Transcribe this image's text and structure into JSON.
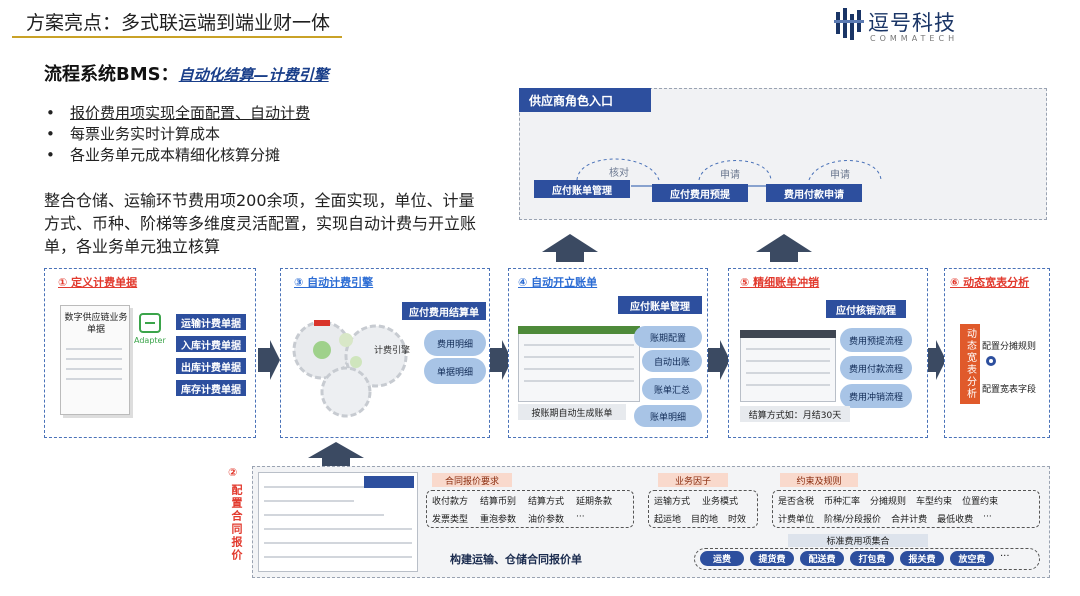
{
  "header": {
    "title": "方案亮点：多式联运端到端业财一体",
    "logo_name": "逗号科技",
    "logo_sub": "COMMATECH"
  },
  "intro": {
    "title": "流程系统BMS：",
    "title_italic": "自动化结算—计费引擎",
    "bullets": [
      "报价费用项实现全面配置、自动计费",
      "每票业务实时计算成本",
      "各业务单元成本精细化核算分摊"
    ],
    "description": "整合仓储、运输环节费用项200余项，全面实现，单位、计量方式、币种、阶梯等多维度灵活配置，实现自动计费与开立账单，各业务单元独立核算"
  },
  "supplier": {
    "title": "供应商角色入口",
    "boxes": [
      "应付账单管理",
      "应付费用预提",
      "费用付款申请"
    ],
    "links": [
      "核对",
      "申请",
      "申请"
    ]
  },
  "steps": {
    "s1": {
      "title": "① 定义计费单据",
      "doc_label": "数字供应链业务单据",
      "adapter": "Adapter",
      "items": [
        "运输计费单据",
        "入库计费单据",
        "出库计费单据",
        "库存计费单据"
      ]
    },
    "s3": {
      "title": "③ 自动计费引擎",
      "engine_label": "计费引擎",
      "top_box": "应付费用结算单",
      "pills": [
        "费用明细",
        "单据明细"
      ]
    },
    "s4": {
      "title": "④ 自动开立账单",
      "top_box": "应付账单管理",
      "pills": [
        "账期配置",
        "自动出账",
        "账单汇总",
        "账单明细"
      ],
      "caption": "按账期自动生成账单"
    },
    "s5": {
      "title": "⑤ 精细账单冲销",
      "top_box": "应付核销流程",
      "pills": [
        "费用预提流程",
        "费用付款流程",
        "费用冲销流程"
      ],
      "caption": "结算方式如：月结30天"
    },
    "s6": {
      "title": "⑥ 动态宽表分析",
      "side_label": "动态宽表分析",
      "items": [
        "配置分摊规则",
        "配置宽表字段"
      ]
    }
  },
  "contract": {
    "index": "②",
    "side_label": "配置合同报价",
    "caption": "构建运输、仓储合同报价单",
    "groups": {
      "quote": {
        "label": "合同报价要求",
        "row1": [
          "收付款方",
          "结算币别",
          "结算方式",
          "延期条款"
        ],
        "row2": [
          "发票类型",
          "重泡参数",
          "油价参数",
          "···"
        ]
      },
      "factors": {
        "label": "业务因子",
        "row1": [
          "运输方式",
          "业务模式"
        ],
        "row2": [
          "起运地",
          "目的地",
          "时效"
        ]
      },
      "rules": {
        "label": "约束及规则",
        "row1": [
          "是否含税",
          "币种汇率",
          "分摊规则",
          "车型约束",
          "位置约束"
        ],
        "row2": [
          "计费单位",
          "阶梯/分段报价",
          "合并计费",
          "最低收费",
          "···"
        ]
      },
      "fees": {
        "label": "标准费用项集合",
        "items": [
          "运费",
          "提货费",
          "配送费",
          "打包费",
          "报关费",
          "放空费",
          "···"
        ]
      }
    }
  },
  "colors": {
    "accent_blue": "#2d4f9e",
    "pill_blue": "#a8c4e6",
    "step_red": "#e23a2e",
    "gold_line": "#c9a227"
  }
}
